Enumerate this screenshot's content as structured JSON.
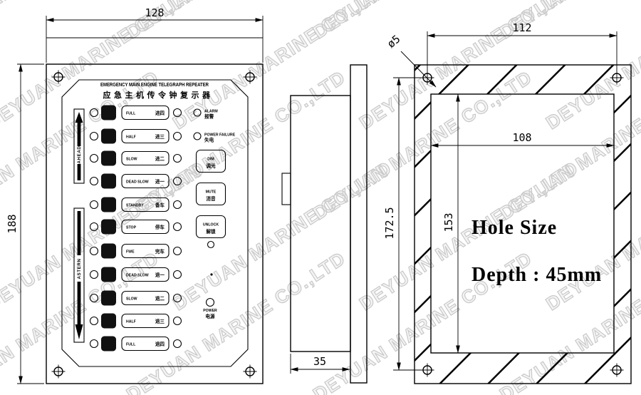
{
  "watermark": {
    "text": "DEYUAN MARINE CO.,LTD"
  },
  "colors": {
    "line": "#000000",
    "background": "#ffffff",
    "watermark": "#c9c9c9",
    "button_fill": "#111111"
  },
  "front_view": {
    "title_en": "EMERGENCY MAIN ENGINE TELEGRAPH REPEATER",
    "title_zh": "应急主机传令钟复示器",
    "ahead_label": "AHEAD",
    "astern_label": "ASTERN",
    "rows": [
      {
        "en": "FULL",
        "zh": "进四"
      },
      {
        "en": "HALF",
        "zh": "进三"
      },
      {
        "en": "SLOW",
        "zh": "进二"
      },
      {
        "en": "DEAD SLOW",
        "zh": "进一"
      },
      {
        "en": "STANDBY",
        "zh": "备车"
      },
      {
        "en": "STOP",
        "zh": "停车"
      },
      {
        "en": "FWE",
        "zh": "完车"
      },
      {
        "en": "DEAD SLOW",
        "zh": "退一"
      },
      {
        "en": "SLOW",
        "zh": "退二"
      },
      {
        "en": "HALF",
        "zh": "退三"
      },
      {
        "en": "FULL",
        "zh": "退四"
      }
    ],
    "indicators": [
      {
        "en": "ALARM",
        "zh": "报警"
      },
      {
        "en": "POWER FAILURE",
        "zh": "失电"
      }
    ],
    "buttons": [
      {
        "en": "DIM",
        "zh": "调光"
      },
      {
        "en": "MUTE",
        "zh": "消音"
      },
      {
        "en": "UNLOCK",
        "zh": "解锁"
      }
    ],
    "power_label": {
      "en": "POWER",
      "zh": "电源"
    }
  },
  "dimensions": {
    "front_width": "128",
    "front_height": "188",
    "side_depth": "35",
    "hole_pitch_width": "112",
    "hole_pitch_height": "172.5",
    "cutout_width": "108",
    "cutout_height": "153",
    "hole_diameter": "ø5"
  },
  "hole_note": {
    "line1": "Hole Size",
    "line2": "Depth : 45mm"
  }
}
